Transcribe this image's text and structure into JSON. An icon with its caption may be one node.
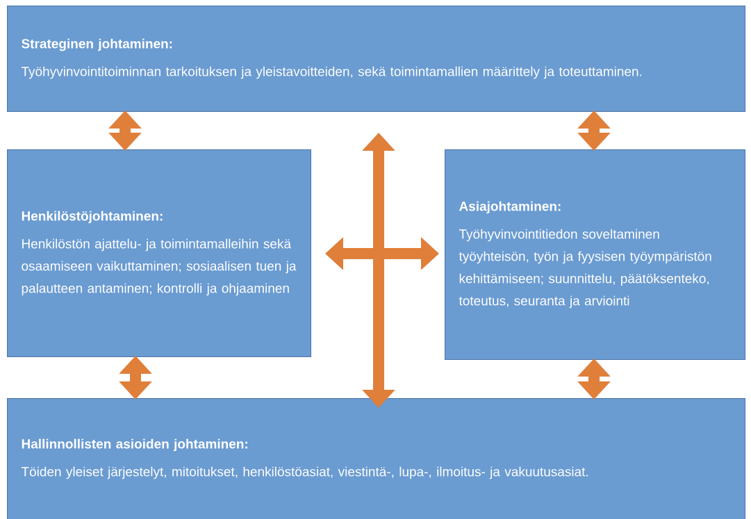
{
  "diagram": {
    "nodes": [
      {
        "text": [
          "Strateginen johtaminen:",
          "Työhyvinvointitoiminnan tarkoituksen ja yleistavoitteiden, sekä toimintamallien määrittely ja toteuttaminen."
        ]
      },
      {
        "text": [
          "Henkilöstöjohtaminen:",
          "Henkilöstön ajattelu- ja toimintamalleihin sekä osaamiseen vaikuttaminen; sosiaalisen tuen ja palautteen antaminen; kontrolli ja ohjaaminen"
        ]
      },
      {
        "text": [
          "Asiajohtaminen:",
          "Työhyvinvointitiedon soveltaminen työyhteisön, työn ja fyysisen työympäristön kehittämiseen; suunnittelu, päätöksenteko, toteutus, seuranta ja arviointi"
        ]
      },
      {
        "text": [
          "Hallinnollisten asioiden johtaminen:",
          "Töiden yleiset järjestelyt, mitoitukset, henkilöstöasiat, viestintä-, lupa-, ilmoitus- ja vakuutusasiat."
        ]
      }
    ],
    "edges": [
      {
        "from": 0,
        "to": 1,
        "arrow": "both"
      },
      {
        "from": 0,
        "to": 2,
        "arrow": "both"
      },
      {
        "from": 0,
        "to": 3,
        "arrow": "both"
      },
      {
        "from": 1,
        "to": 2,
        "arrow": "both"
      },
      {
        "from": 1,
        "to": 3,
        "arrow": "both"
      },
      {
        "from": 2,
        "to": 3,
        "arrow": "both"
      }
    ]
  }
}
